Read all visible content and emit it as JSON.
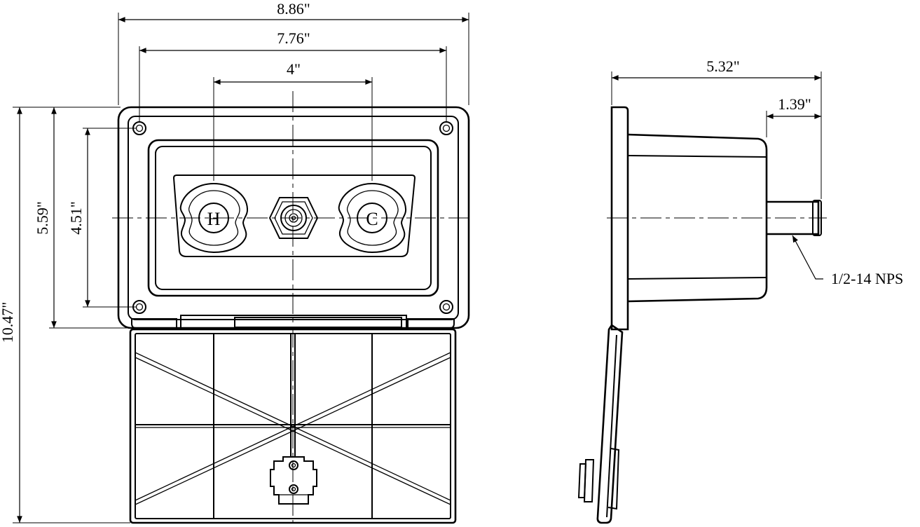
{
  "dimensions": {
    "overall_width": "8.86\"",
    "hole_spacing_width": "7.76\"",
    "valve_spacing": "4\"",
    "overall_height": "10.47\"",
    "housing_height": "5.59\"",
    "hole_spacing_height": "4.51\"",
    "depth": "5.32\"",
    "stem_length": "1.39\""
  },
  "labels": {
    "hot": "H",
    "cold": "C",
    "thread_note": "1/2-14 NPS"
  }
}
